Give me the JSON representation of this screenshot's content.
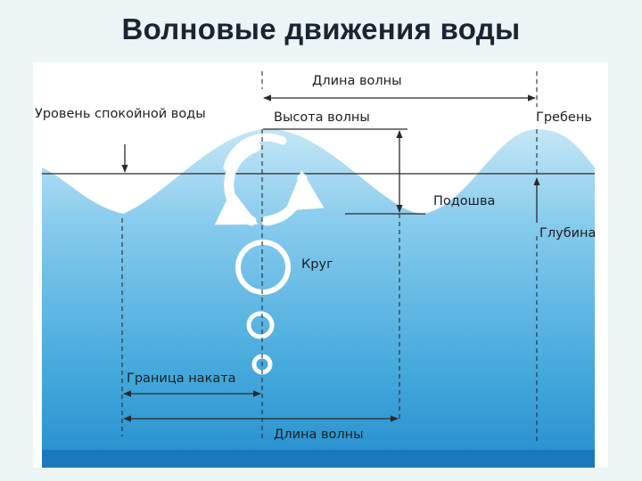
{
  "title": "Волновые движения воды",
  "labels": {
    "wavelength_top": "Длина волны",
    "still_water_level": "Уровень спокойной воды",
    "wave_height": "Высота волны",
    "crest": "Гребень",
    "trough": "Подошва",
    "depth": "Глубина",
    "circle": "Круг",
    "wave_base": "Граница наката",
    "wavelength_bottom": "Длина волны"
  },
  "colors": {
    "water_light": "#c4e6f6",
    "water_mid": "#71c2e8",
    "water_deep": "#2b93d0",
    "seabed": "#1b78bd",
    "orbit": "#ffffff",
    "line": "#2a2a2a"
  }
}
